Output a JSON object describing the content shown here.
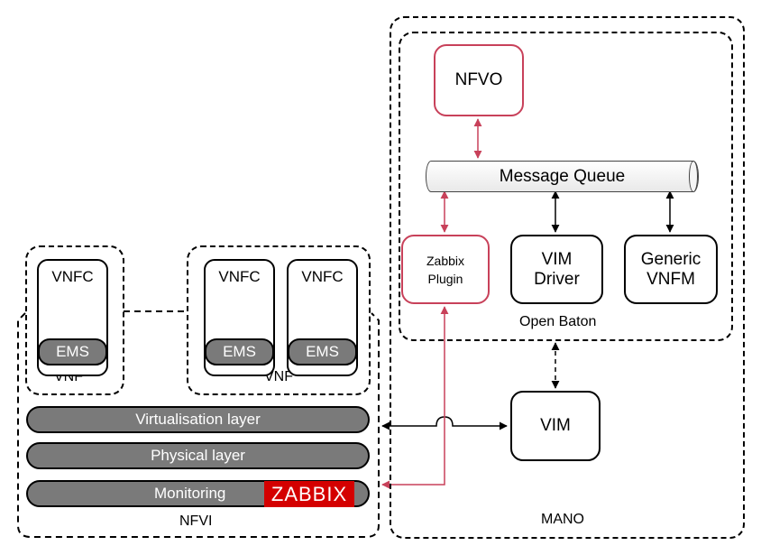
{
  "nodes": {
    "nfvo": "NFVO",
    "message_queue": "Message Queue",
    "zabbix_plugin": "Zabbix\nPlugin",
    "vim_driver": "VIM\nDriver",
    "generic_vnfm": "Generic\nVNFM",
    "vim": "VIM",
    "vnfc": "VNFC",
    "ems": "EMS"
  },
  "groups": {
    "open_baton": "Open Baton",
    "mano": "MANO",
    "nfvi": "NFVI",
    "vnf": "VNF"
  },
  "layers": {
    "virtualisation": "Virtualisation layer",
    "physical": "Physical layer",
    "monitoring": "Monitoring"
  },
  "zabbix_logo": "ZABBIX",
  "colors": {
    "accent_pink": "#c8415a",
    "layer_gray": "#7a7a7a",
    "zabbix_red": "#d40000"
  }
}
